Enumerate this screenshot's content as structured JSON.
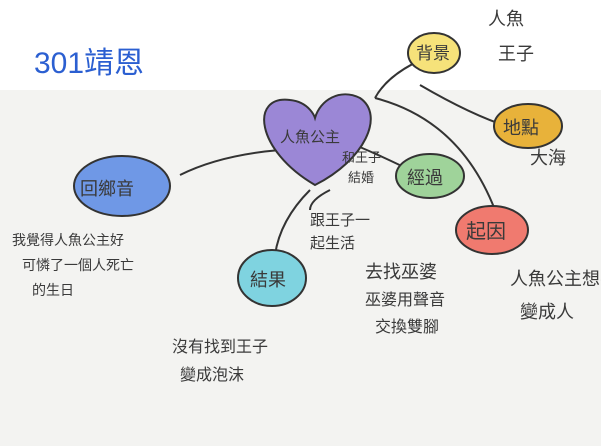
{
  "title": "301靖恩",
  "nodes": {
    "center": "人魚公主",
    "background": "背景",
    "background_note": "人魚\n王子",
    "place": "地點",
    "place_note": "大海",
    "process": "經過",
    "process_note_1": "和王子\n結婚",
    "process_note_2": "去找巫婆",
    "process_note_3": "巫婆用聲音\n交換雙腳",
    "cause": "起因",
    "cause_note": "人魚公主想要\n變成人",
    "hometown": "回鄉音",
    "hometown_note": "我覺得人魚公主好\n可憐了一個人死亡\n的生日",
    "result": "結果",
    "result_note": "沒有找到王子\n變成泡沫",
    "bottom_note": "跟王子一\n起生活"
  },
  "colors": {
    "title": "#2b5fd1",
    "center_heart": "#9b87d6",
    "background": "#f6e27a",
    "place": "#e8b23a",
    "process": "#9fd39a",
    "cause": "#f07a6f",
    "hometown": "#6f98e6",
    "result": "#7fd3e0"
  }
}
